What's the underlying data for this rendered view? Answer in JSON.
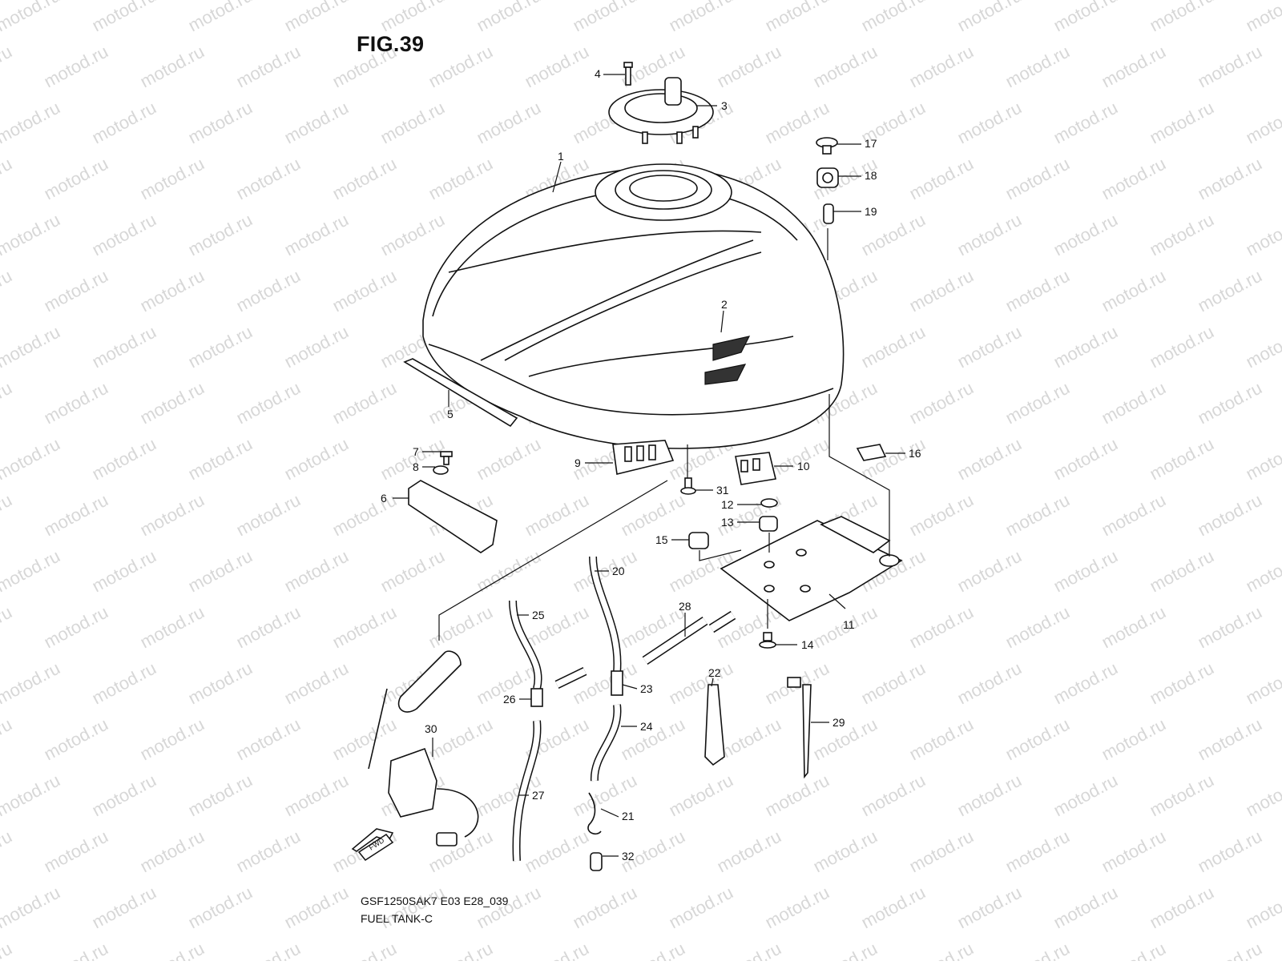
{
  "figure": {
    "title": "FIG.39",
    "model_code": "GSF1250SAK7 E03 E28_039",
    "name": "FUEL TANK-C"
  },
  "watermark": "motod.ru",
  "direction_marker": "FWD",
  "callouts": [
    "1",
    "2",
    "3",
    "4",
    "5",
    "6",
    "7",
    "8",
    "9",
    "10",
    "11",
    "12",
    "13",
    "14",
    "15",
    "16",
    "17",
    "18",
    "19",
    "20",
    "21",
    "22",
    "23",
    "24",
    "25",
    "26",
    "27",
    "28",
    "29",
    "30",
    "31",
    "32"
  ]
}
